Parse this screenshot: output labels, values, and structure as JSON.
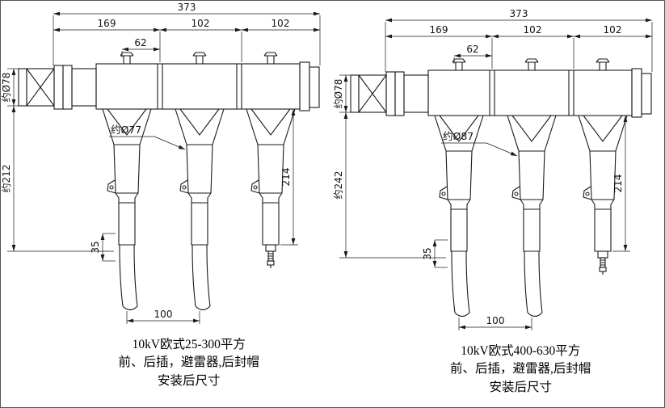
{
  "sheet": {
    "background": "#ffffff",
    "line_color": "#1a1a1a"
  },
  "drawings": [
    {
      "dims": {
        "total": "373",
        "seg1": "169",
        "seg2": "102",
        "seg3": "102",
        "plug_offset": "62",
        "tube_dia": "约Ø78",
        "left_height": "约212",
        "body_dia": "约Ø77",
        "right_height": "214",
        "boot": "35",
        "cable_spacing": "100"
      },
      "caption": {
        "line1": "10kV欧式25-300平方",
        "line2": "前、后插，避雷器,后封帽",
        "line3": "安装后尺寸"
      }
    },
    {
      "dims": {
        "total": "373",
        "seg1": "169",
        "seg2": "102",
        "seg3": "102",
        "plug_offset": "62",
        "tube_dia": "约Ø78",
        "left_height": "约242",
        "body_dia": "约Ø87",
        "right_height": "214",
        "boot": "35",
        "cable_spacing": "100"
      },
      "caption": {
        "line1": "10kV欧式400-630平方",
        "line2": "前、后插，避雷器,后封帽",
        "line3": "安装后尺寸"
      }
    }
  ]
}
